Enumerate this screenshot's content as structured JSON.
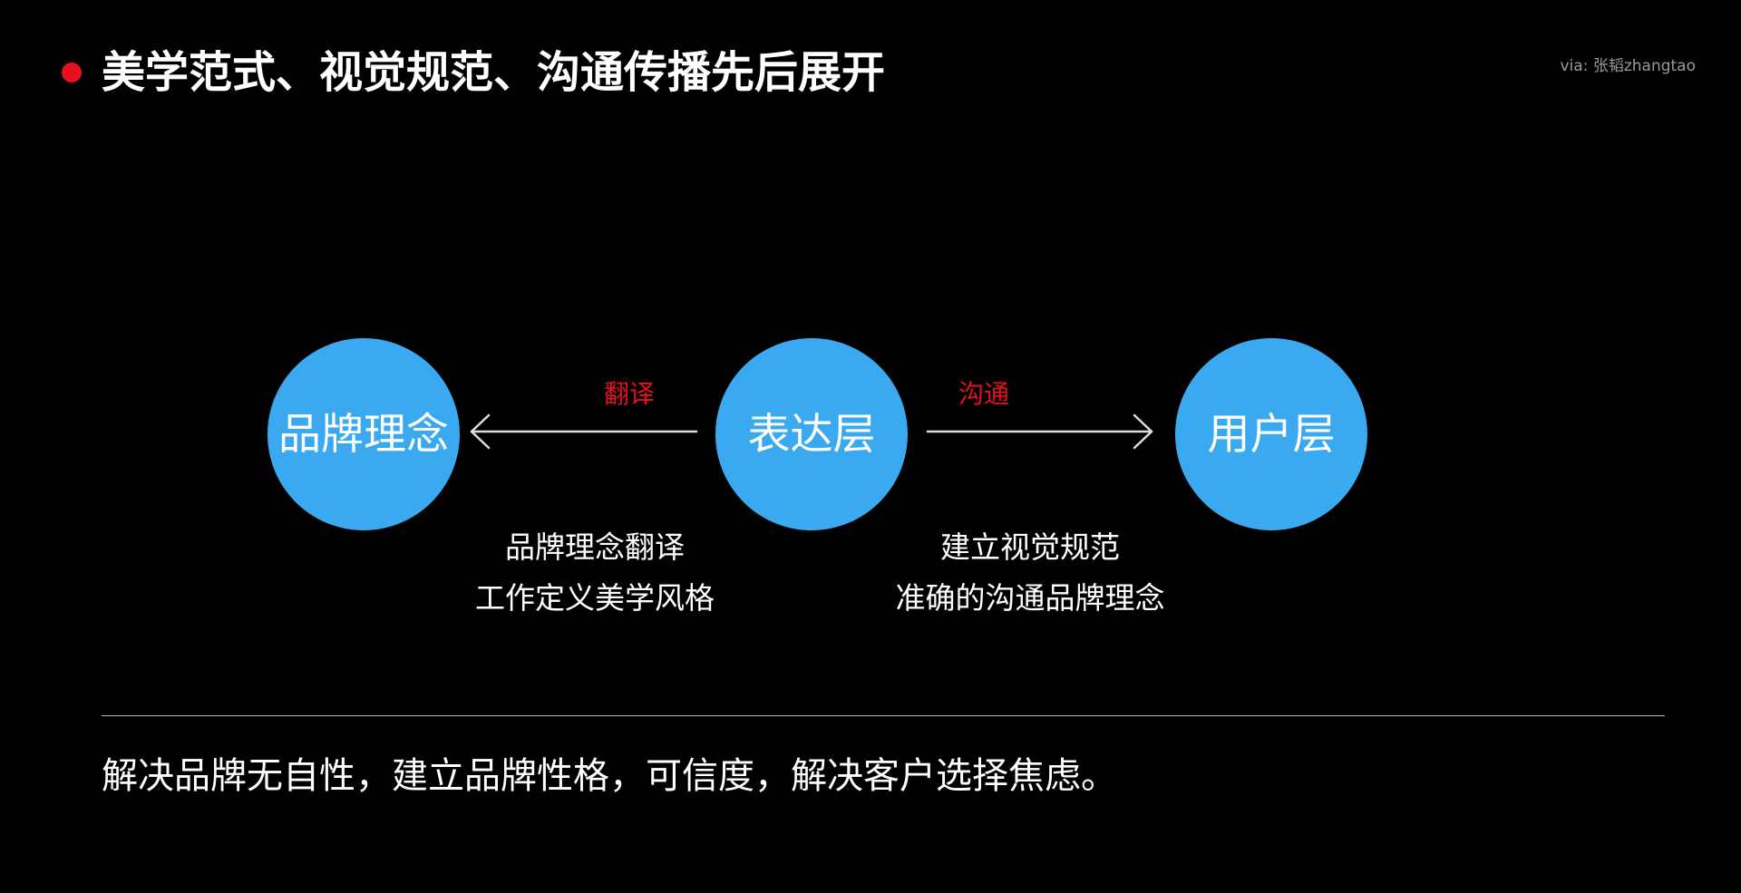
{
  "title": "美学范式、视觉规范、沟通传播先后展开",
  "credit": "via: 张韬zhangtao",
  "diagram": {
    "nodes": [
      {
        "label": "品牌理念"
      },
      {
        "label": "表达层"
      },
      {
        "label": "用户层"
      }
    ],
    "arrows": [
      {
        "label": "翻译",
        "from": "表达层",
        "to": "品牌理念"
      },
      {
        "label": "沟通",
        "from": "表达层",
        "to": "用户层"
      }
    ],
    "descriptions": [
      {
        "line1": "品牌理念翻译",
        "line2": "工作定义美学风格"
      },
      {
        "line1": "建立视觉规范",
        "line2": "准确的沟通品牌理念"
      }
    ]
  },
  "summary": "解决品牌无自性，建立品牌性格，可信度，解决客户选择焦虑。",
  "colors": {
    "background": "#000000",
    "accent_red": "#e8101e",
    "node_blue": "#3ba9f0",
    "text": "#ffffff",
    "line": "#bcbcbc"
  }
}
